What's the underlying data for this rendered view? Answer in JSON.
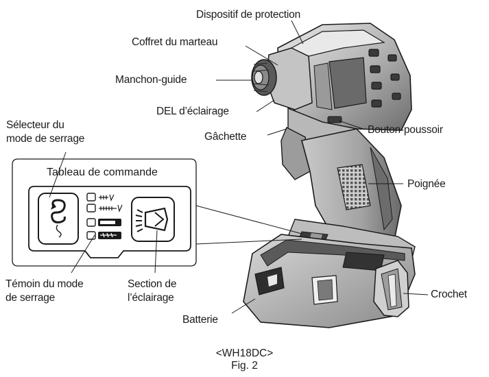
{
  "labels": {
    "dispositif": "Dispositif de protection",
    "coffret": "Coffret du marteau",
    "manchon": "Manchon-guide",
    "del": "DEL d’éclairage",
    "selecteur": [
      "Sélecteur du",
      "mode de serrage"
    ],
    "gachette": "Gâchette",
    "bouton": "Bouton-poussoir",
    "poignee": "Poignée",
    "tableau": "Tableau de commande",
    "temoin": [
      "Témoin du mode",
      "de serrage"
    ],
    "section": [
      "Section de",
      "l’éclairage"
    ],
    "crochet": "Crochet",
    "batterie": "Batterie"
  },
  "caption": {
    "model": "<WH18DC>",
    "figure": "Fig. 2"
  },
  "colors": {
    "line": "#1a1a1a",
    "body_dark": "#3a3a3a",
    "body_mid": "#8c8c8c",
    "body_light": "#c8c8c8",
    "highlight": "#e6e6e6"
  }
}
